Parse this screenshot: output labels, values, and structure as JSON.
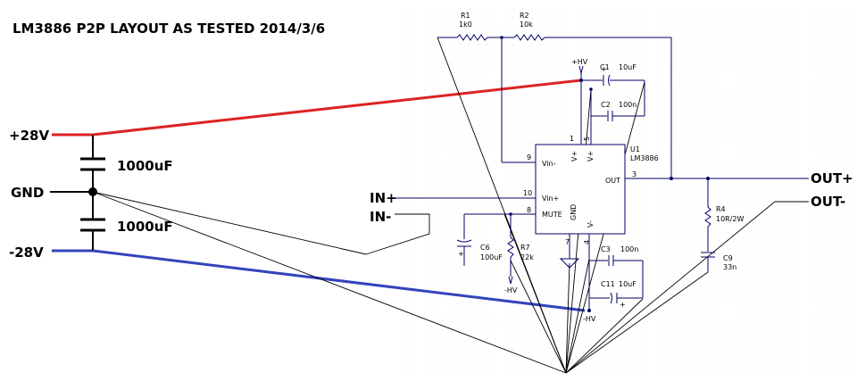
{
  "title": "LM3886 P2P LAYOUT AS TESTED 2014/3/6",
  "rails": {
    "pos": "+28V",
    "gnd": "GND",
    "neg": "-28V"
  },
  "caps_left": {
    "top": "1000uF",
    "bottom": "1000uF"
  },
  "inputs": {
    "plus": "IN+",
    "minus": "IN-"
  },
  "outputs": {
    "plus": "OUT+",
    "minus": "OUT-"
  },
  "colors": {
    "positive_wire": "#dd2222",
    "negative_wire": "#3344bb",
    "schematic_wire": "#000066"
  },
  "components": {
    "r1": {
      "ref": "R1",
      "value": "1k0"
    },
    "r2": {
      "ref": "R2",
      "value": "10k"
    },
    "c1": {
      "ref": "C1",
      "value": "10uF"
    },
    "c2": {
      "ref": "C2",
      "value": "100n"
    },
    "c3": {
      "ref": "C3",
      "value": "100n"
    },
    "c11": {
      "ref": "C11",
      "value": "10uF"
    },
    "c6": {
      "ref": "C6",
      "value": "100uF"
    },
    "r7": {
      "ref": "R7",
      "value": "22k"
    },
    "r4": {
      "ref": "R4",
      "value": "10R/2W"
    },
    "c9": {
      "ref": "C9",
      "value": "33n"
    },
    "u1": {
      "ref": "U1",
      "value": "LM3886"
    }
  },
  "net_labels": {
    "hv_top": "+HV",
    "hv_bottom": "-HV",
    "hv_mute": "-HV"
  },
  "pins": {
    "p1": "1",
    "p5": "5",
    "p9": "9",
    "p10": "10",
    "p8": "8",
    "p3": "3",
    "p7": "7",
    "p4": "4",
    "vin_minus": "Vin-",
    "vin_plus": "Vin+",
    "mute": "MUTE",
    "out": "OUT",
    "gnd": "GND",
    "v_plus_a": "V+",
    "v_plus_b": "V+",
    "v_minus": "V-"
  }
}
